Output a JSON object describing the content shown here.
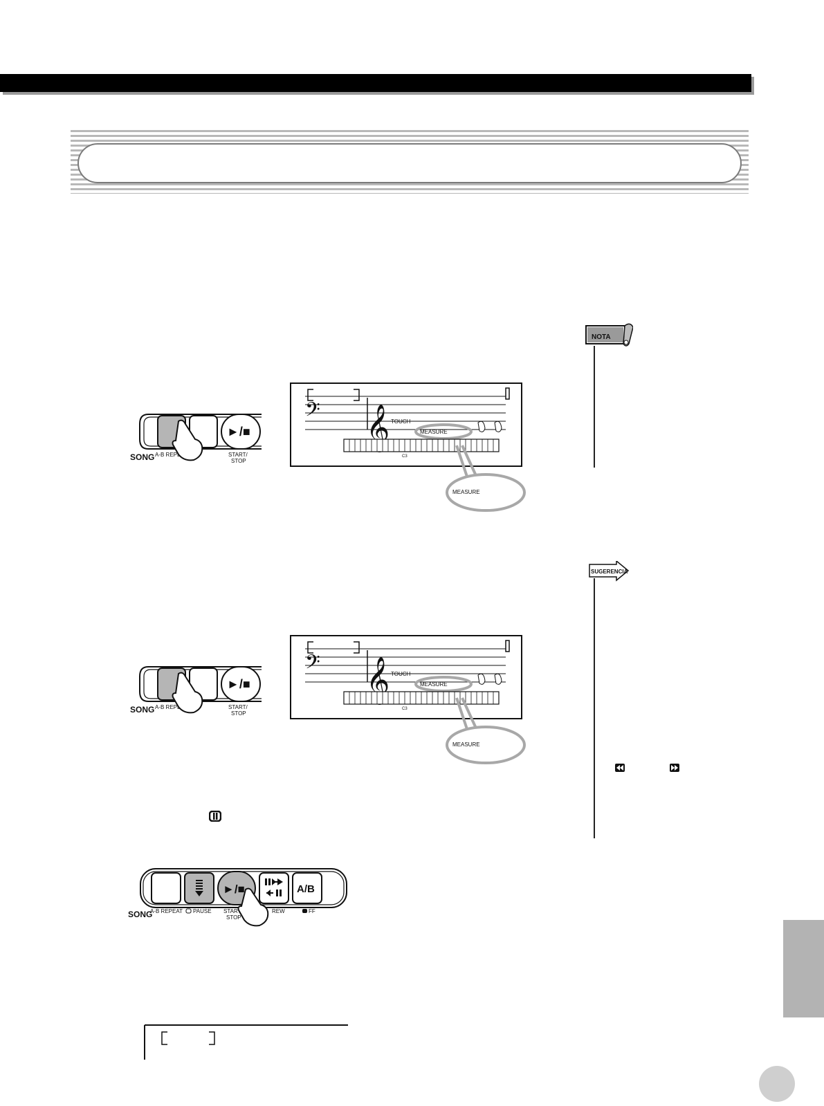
{
  "panel_labels": {
    "song": "SONG",
    "ab_repeat": "A-B REPEAT",
    "pause": "PAUSE",
    "start_stop_line1": "START/",
    "start_stop_line2": "STOP",
    "play_stop_glyph": "►/■",
    "ab_button": "A/B",
    "rew": "REW",
    "ff": "FF"
  },
  "lcd": {
    "touch": "TOUCH",
    "measure": "MEASURE",
    "c3": "C3"
  },
  "callouts": {
    "measure_1": "MEASURE",
    "measure_2": "MEASURE"
  },
  "sidebar": {
    "nota_label": "NOTA",
    "sugerencia_label": "SUGERENCIA"
  },
  "icons": {
    "rew_icon": "rewind-icon",
    "ff_icon": "fast-forward-icon",
    "pause_icon": "pause-icon"
  },
  "colors": {
    "header": "#000000",
    "stripe": "#b8b8b8",
    "side_tab": "#b3b3b3",
    "button_pressed": "#b5b5b5"
  }
}
